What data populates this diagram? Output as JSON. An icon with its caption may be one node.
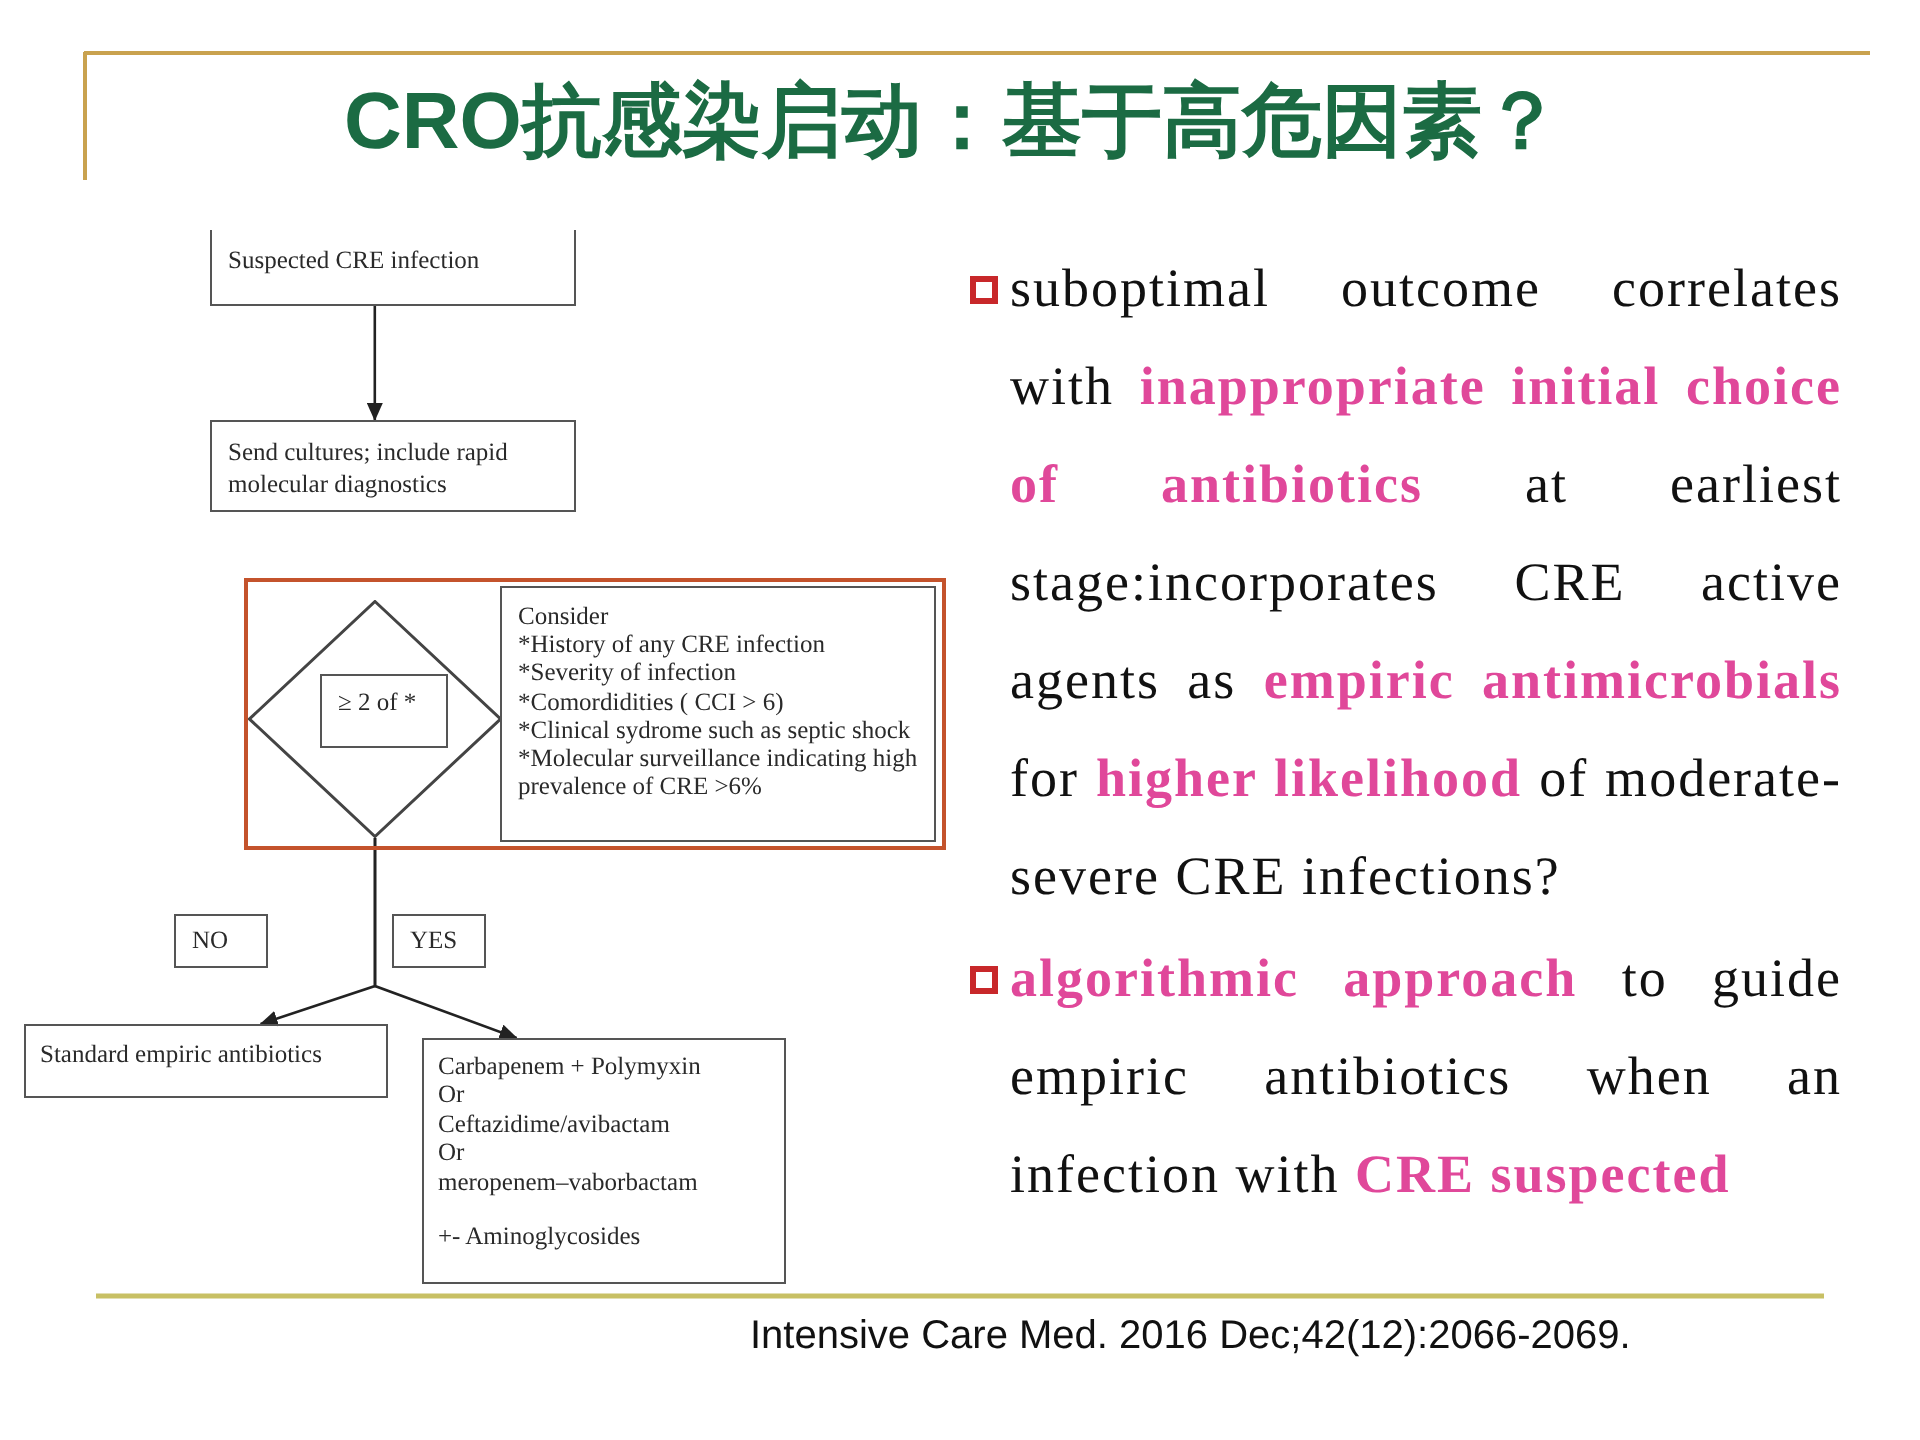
{
  "diagram": {
    "title": "CRO抗感染启动：基于高危因素？",
    "nodes": [
      {
        "text": [
          "Suspected CRE infection"
        ]
      },
      {
        "text": [
          "Send cultures; include rapid molecular diagnostics"
        ]
      },
      {
        "text": [],
        "shape": "box"
      },
      {
        "text": [],
        "shape": "diamond",
        "in": 2
      },
      {
        "text": [
          "≥ 2 of *"
        ],
        "in": 3
      },
      {
        "text": [
          "Consider",
          "*History of any CRE infection",
          "*Severity of infection",
          "*Comordidities ( CCI > 6)",
          "*Clinical sydrome such as septic shock",
          "*Molecular surveillance indicating high prevalence of CRE >6%"
        ],
        "in": 2
      },
      {
        "text": [
          "NO"
        ]
      },
      {
        "text": [
          "YES"
        ]
      },
      {
        "text": [
          "Standard empiric antibiotics"
        ]
      },
      {
        "text": [
          "Carbapenem + Polymyxin",
          "Or",
          "Ceftazidime/avibactam",
          "Or",
          "meropenem–vaborbactam",
          "+- Aminoglycosides"
        ]
      }
    ],
    "edges": [
      {
        "from": 0,
        "to": 1,
        "arrow": "to"
      },
      {
        "from": 3,
        "to": 8,
        "arrow": "to"
      },
      {
        "from": 3,
        "to": 9,
        "arrow": "to"
      }
    ],
    "labels": [
      "suboptimal outcome correlates with **inappropriate initial choice of antibiotics** at earliest stage:incorporates CRE active agents as **empiric antimicrobials** for **higher likelihood** of moderate-severe CRE infections?",
      "**algorithmic approach** to guide empiric antibiotics when an infection with **CRE suspected**",
      "Intensive Care Med. 2016 Dec;42(12):2066-2069."
    ]
  }
}
